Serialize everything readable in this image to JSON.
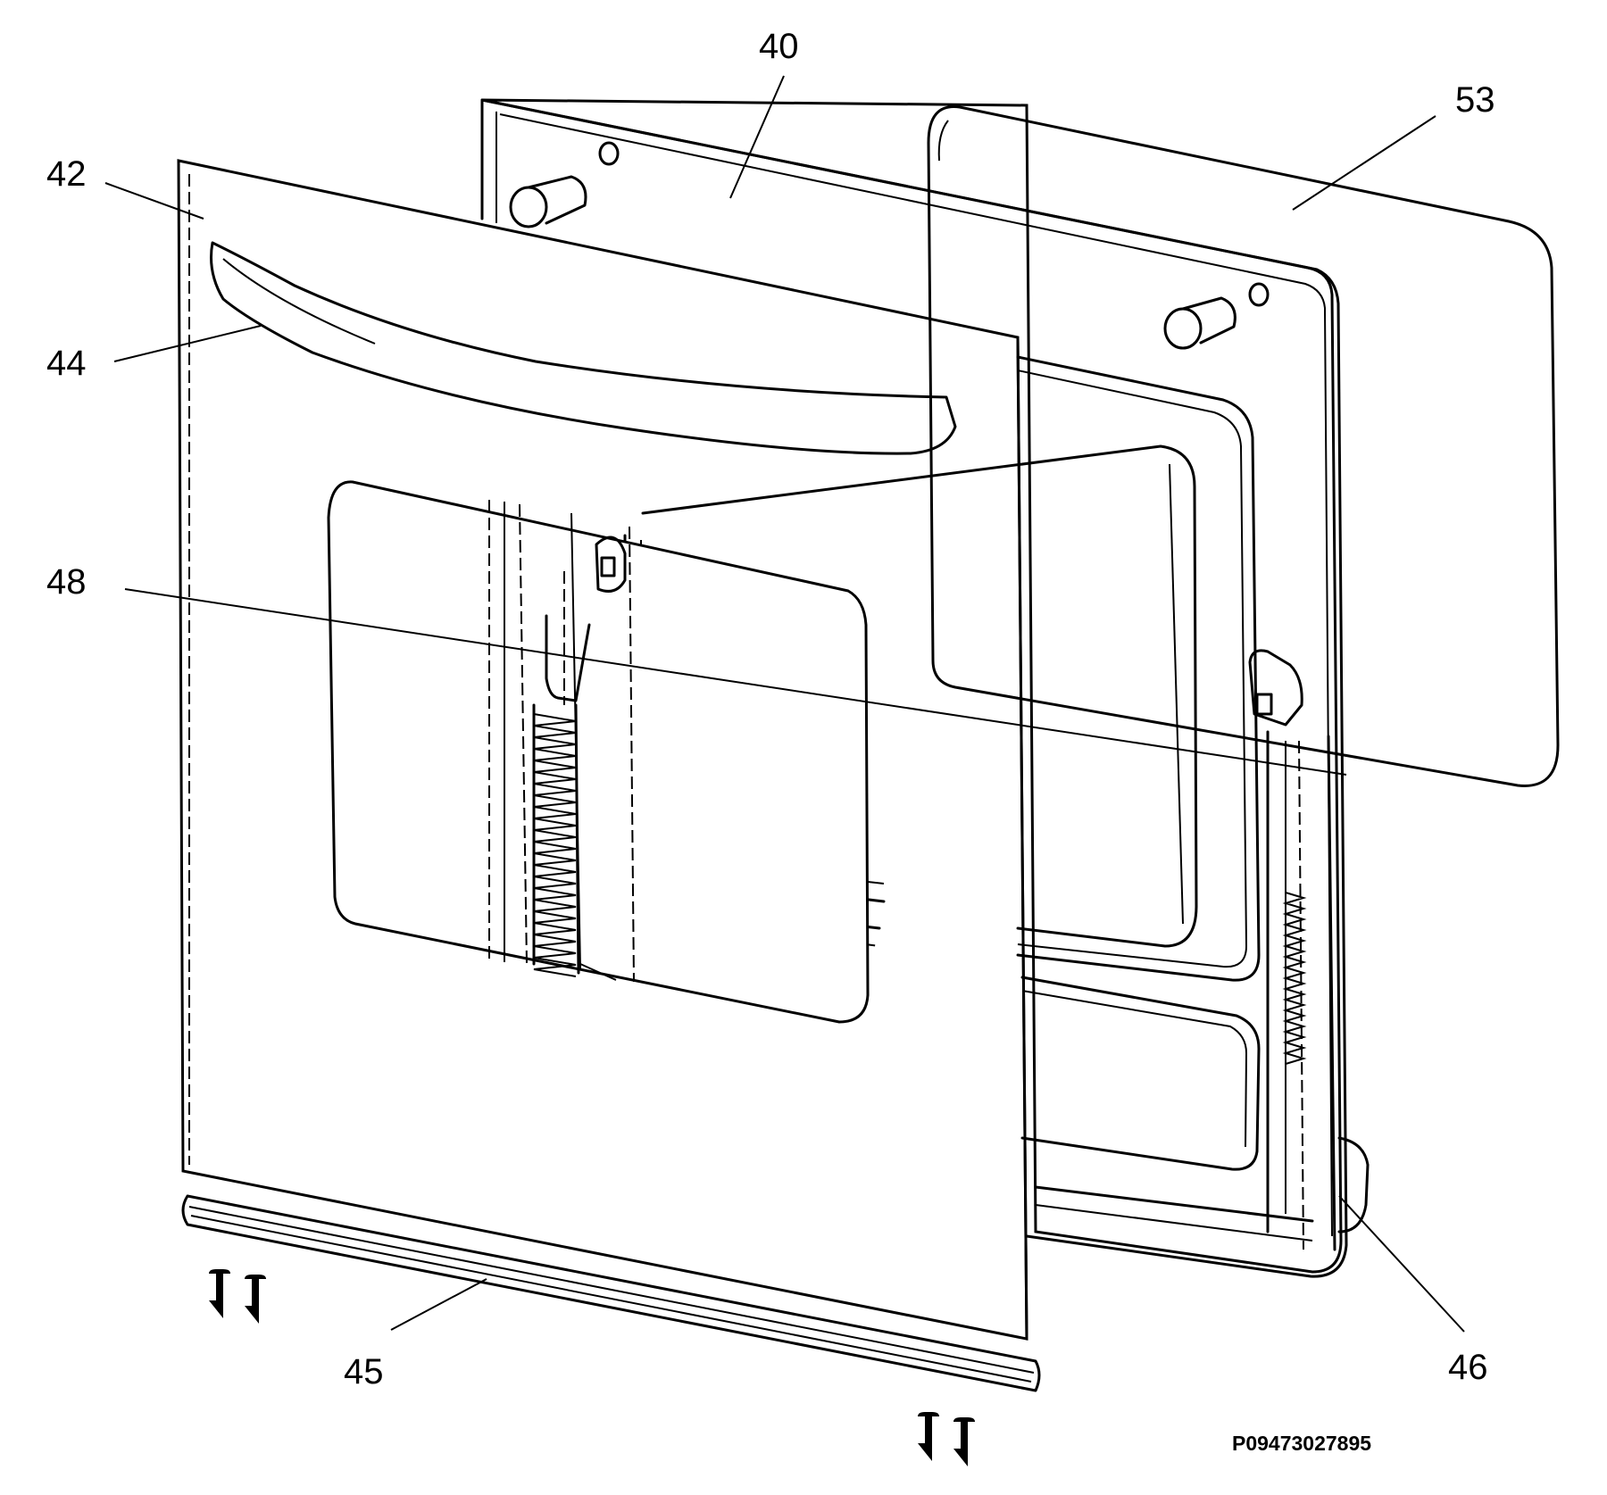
{
  "callouts": {
    "c40": "40",
    "c53": "53",
    "c42": "42",
    "c44": "44",
    "c48": "48",
    "c45": "45",
    "c46": "46"
  },
  "drawing_code": "P09473027895"
}
